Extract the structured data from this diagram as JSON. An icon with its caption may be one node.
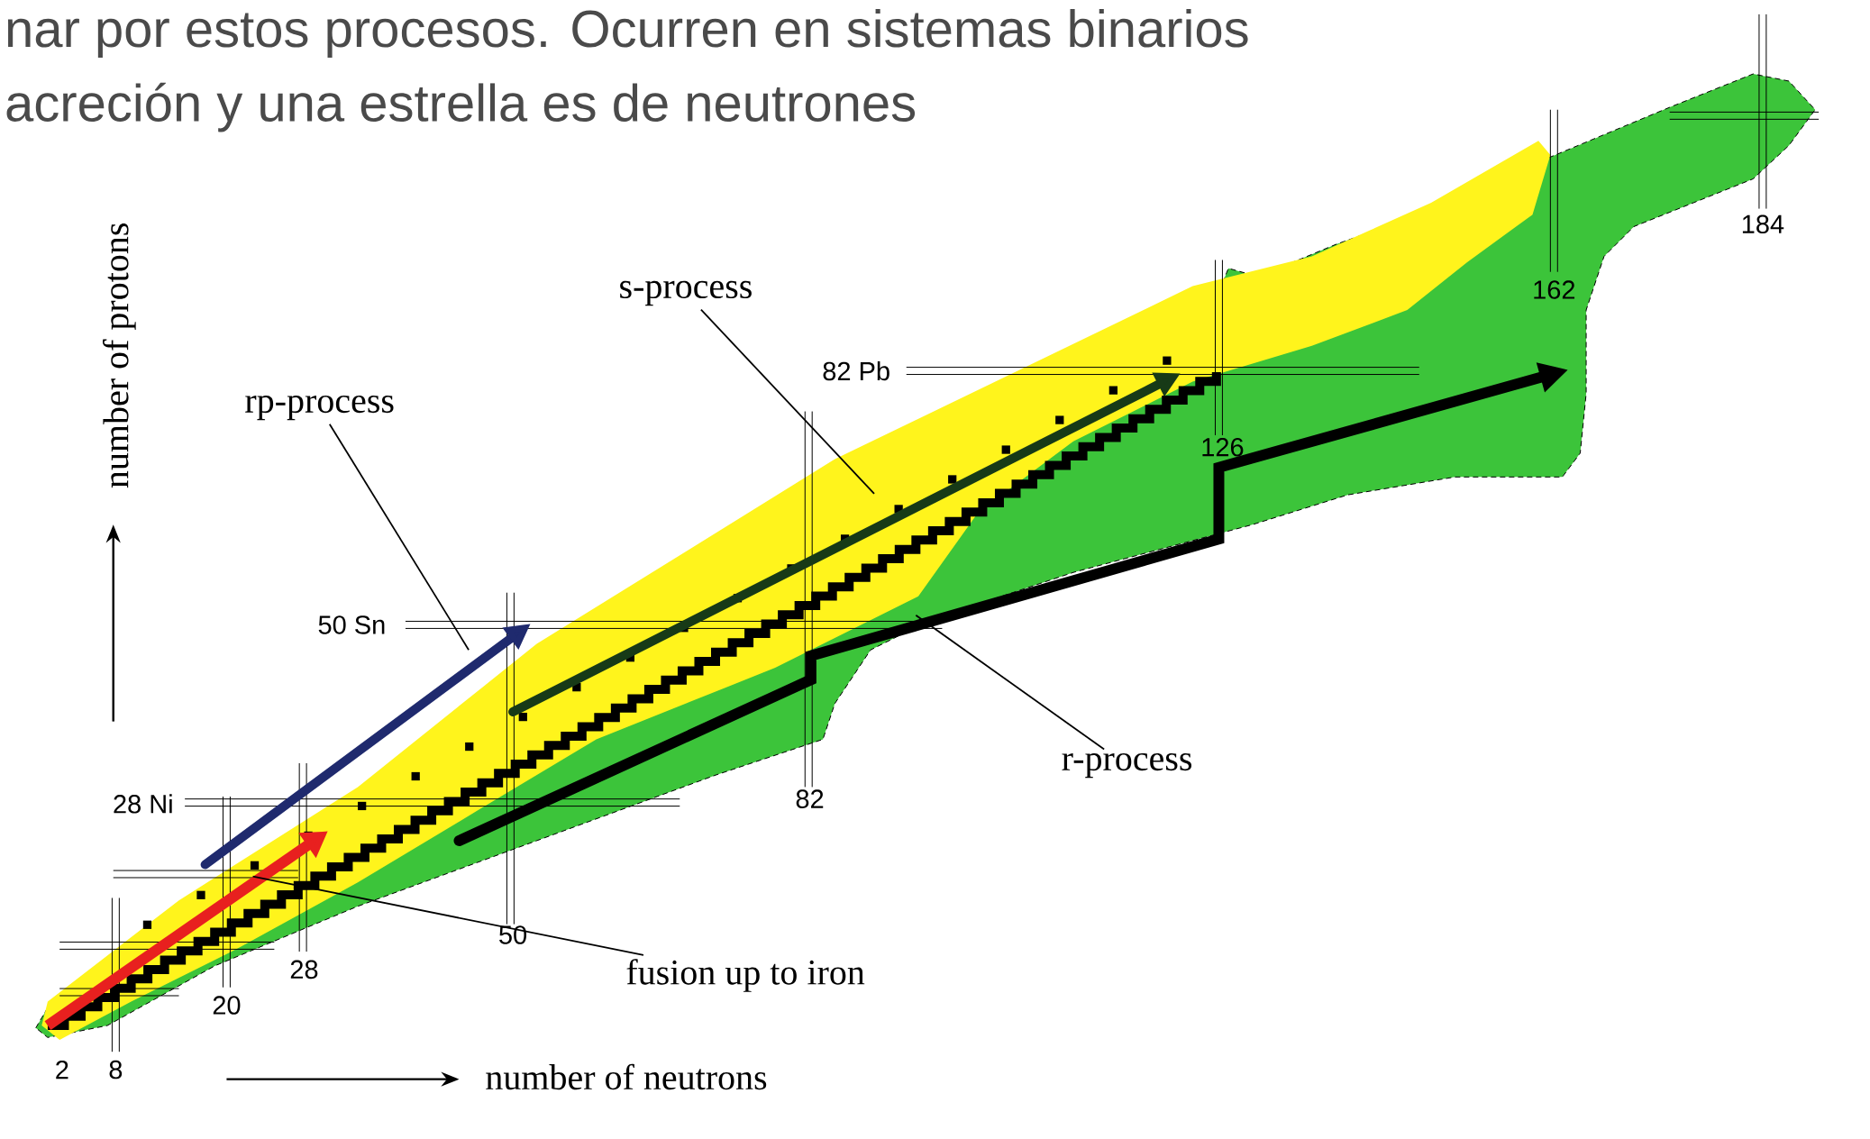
{
  "diagram": {
    "nodes": [
      {
        "text": [
          "s-process"
        ]
      },
      {
        "text": [
          "rp-process"
        ]
      },
      {
        "text": [
          "r-process"
        ]
      },
      {
        "text": [
          "fusion up to iron"
        ]
      }
    ],
    "edges": [
      {
        "from": 0,
        "to": null,
        "arrow": "none"
      },
      {
        "from": 1,
        "to": null,
        "arrow": "none"
      },
      {
        "from": 2,
        "to": null,
        "arrow": "none"
      },
      {
        "from": 3,
        "to": null,
        "arrow": "none"
      }
    ],
    "labels": [
      "nar por estos procesos. Ocurren en sistemas binarios",
      "acreción y una estrella es de neutrones",
      "184",
      "162",
      "number of protons",
      "82 Pb",
      "126",
      "50 Sn",
      "28 Ni",
      "82",
      "50",
      "28",
      "20",
      "2",
      "8",
      "number of neutrons"
    ]
  }
}
